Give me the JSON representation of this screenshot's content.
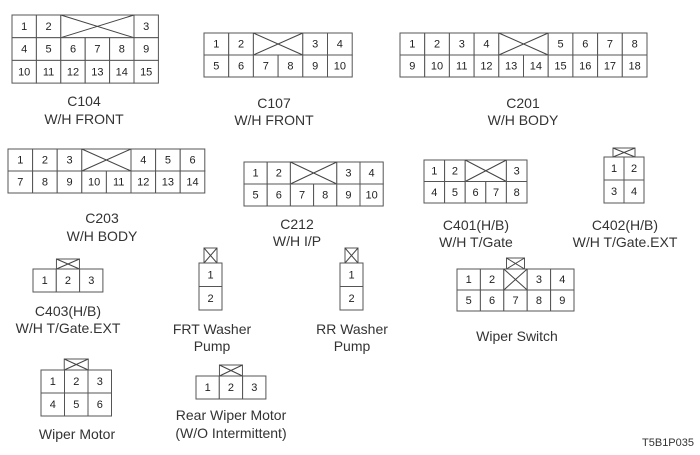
{
  "figure_code": "T5B1P035",
  "connectors": [
    {
      "id": "c104",
      "name": "C104",
      "location": "W/H FRONT",
      "cap": false,
      "rows": [
        [
          "1",
          "2",
          "X",
          "X",
          "X",
          "3"
        ],
        [
          "4",
          "5",
          "6",
          "7",
          "8",
          "9"
        ],
        [
          "10",
          "11",
          "12",
          "13",
          "14",
          "15"
        ]
      ],
      "blank_span": {
        "row": 0,
        "start": 2,
        "end": 4
      }
    },
    {
      "id": "c107",
      "name": "C107",
      "location": "W/H FRONT",
      "cap": false,
      "rows": [
        [
          "1",
          "2",
          "X",
          "X",
          "3",
          "4"
        ],
        [
          "5",
          "6",
          "7",
          "8",
          "9",
          "10"
        ]
      ],
      "blank_span": {
        "row": 0,
        "start": 2,
        "end": 3
      }
    },
    {
      "id": "c201",
      "name": "C201",
      "location": "W/H BODY",
      "cap": false,
      "rows": [
        [
          "1",
          "2",
          "3",
          "4",
          "X",
          "X",
          "5",
          "6",
          "7",
          "8"
        ],
        [
          "9",
          "10",
          "11",
          "12",
          "13",
          "14",
          "15",
          "16",
          "17",
          "18"
        ]
      ],
      "blank_span": {
        "row": 0,
        "start": 4,
        "end": 5
      }
    },
    {
      "id": "c203",
      "name": "C203",
      "location": "W/H BODY",
      "cap": false,
      "rows": [
        [
          "1",
          "2",
          "3",
          "X",
          "X",
          "4",
          "5",
          "6"
        ],
        [
          "7",
          "8",
          "9",
          "10",
          "11",
          "12",
          "13",
          "14"
        ]
      ],
      "blank_span": {
        "row": 0,
        "start": 3,
        "end": 4
      }
    },
    {
      "id": "c212",
      "name": "C212",
      "location": "W/H I/P",
      "cap": false,
      "rows": [
        [
          "1",
          "2",
          "X",
          "X",
          "3",
          "4"
        ],
        [
          "5",
          "6",
          "7",
          "8",
          "9",
          "10"
        ]
      ],
      "blank_span": {
        "row": 0,
        "start": 2,
        "end": 3
      }
    },
    {
      "id": "c401",
      "name": "C401(H/B)",
      "location": "W/H T/Gate",
      "cap": false,
      "rows": [
        [
          "1",
          "2",
          "X",
          "X",
          "3"
        ],
        [
          "4",
          "5",
          "6",
          "7",
          "8"
        ]
      ],
      "blank_span": {
        "row": 0,
        "start": 2,
        "end": 3
      }
    },
    {
      "id": "c402",
      "name": "C402(H/B)",
      "location": "W/H T/Gate.EXT",
      "cap": true,
      "rows": [
        [
          "1",
          "2"
        ],
        [
          "3",
          "4"
        ]
      ]
    },
    {
      "id": "c403",
      "name": "C403(H/B)",
      "location": "W/H T/Gate.EXT",
      "cap": true,
      "rows": [
        [
          "1",
          "2",
          "3"
        ]
      ]
    },
    {
      "id": "frt-washer",
      "name": "FRT Washer",
      "location": "Pump",
      "cap": true,
      "rows": [
        [
          "1"
        ],
        [
          "2"
        ]
      ]
    },
    {
      "id": "rr-washer",
      "name": "RR Washer",
      "location": "Pump",
      "cap": true,
      "rows": [
        [
          "1"
        ],
        [
          "2"
        ]
      ]
    },
    {
      "id": "wiper-switch",
      "name": "Wiper Switch",
      "location": "",
      "cap": true,
      "rows": [
        [
          "1",
          "2",
          "X",
          "3",
          "4"
        ],
        [
          "5",
          "6",
          "7",
          "8",
          "9"
        ]
      ],
      "blank_span": {
        "row": 0,
        "start": 2,
        "end": 2
      }
    },
    {
      "id": "wiper-motor",
      "name": "Wiper Motor",
      "location": "",
      "cap": true,
      "rows": [
        [
          "1",
          "2",
          "3"
        ],
        [
          "4",
          "5",
          "6"
        ]
      ]
    },
    {
      "id": "rear-wiper-motor",
      "name": "Rear Wiper Motor",
      "location": "(W/O Intermittent)",
      "cap": true,
      "rows": [
        [
          "1",
          "2",
          "3"
        ]
      ]
    }
  ]
}
